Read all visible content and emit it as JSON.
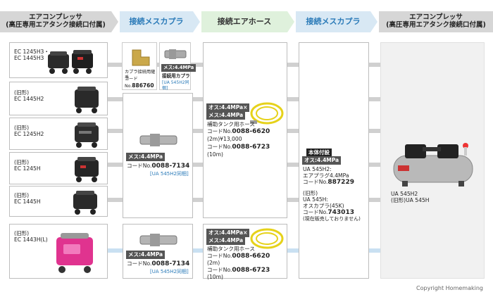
{
  "headers": {
    "compressor_left": "エアコンプレッサ\n(高圧専用エアタンク接続口付属)",
    "coupler_1": "接続メスカプラ",
    "hose": "接続エアホース",
    "coupler_2": "接続メスカプラ",
    "compressor_right": "エアコンプレッサ\n(高圧専用エアタンク接続口付属)"
  },
  "compressors": [
    {
      "label": "EC 1245H3・\nEC 1445H3"
    },
    {
      "label": "(旧形)\nEC 1445H2"
    },
    {
      "label": "(旧形)\nEC 1245H2"
    },
    {
      "label": "(旧形)\nEC 1245H"
    },
    {
      "label": "(旧形)\nEC 1445H"
    },
    {
      "label": "(旧形)\nEC 1443H(L)"
    }
  ],
  "coupler_top": {
    "joint_label": "カプラ接続用継手",
    "joint_code_prefix": "コードNo.",
    "joint_code": "886760",
    "tag": "メス:4.4MPa",
    "name": "接続用カプラ",
    "note": "[UA 545H2同梱]"
  },
  "coupler_mid": {
    "tag": "メス:4.4MPa",
    "code_prefix": "コードNo.",
    "code": "0088-7134",
    "note": "[UA 545H2同梱]"
  },
  "coupler_bot": {
    "tag": "メス:4.4MPa",
    "code_prefix": "コードNo.",
    "code": "0088-7134",
    "note": "[UA 545H2同梱]"
  },
  "hose_top": {
    "tag1": "オス:4.4MPa×",
    "tag2": "メス:4.4MPa",
    "name": "補助タンク用ホース",
    "code_prefix": "コードNo.",
    "code1": "0088-6620",
    "len1": "(2m)¥13,000",
    "code2": "0088-6723",
    "len2": "(10m)"
  },
  "hose_bot": {
    "tag1": "オス:4.4MPa×",
    "tag2": "メス:4.4MPa",
    "name": "補助タンク用ホース",
    "code_prefix": "コードNo.",
    "code1": "0088-6620",
    "len1": "(2m)",
    "code2": "0088-6723",
    "len2": "(10m)"
  },
  "coupler2": {
    "tag_top": "本体付設",
    "tag": "オス:4.4MPa",
    "model": "UA 545H2:",
    "plug": "エアプラグ4.4MPa",
    "code_prefix": "コードNo.",
    "code1": "887229",
    "old": "(旧形)",
    "old_model": "UA 545H:",
    "old_plug": "オスカプラ(45K)",
    "code2": "743013",
    "discontinued": "(現在販売しておりません)"
  },
  "tank": {
    "label": "UA 545H2\n(旧形)UA 545H"
  },
  "footer": "Copyright Homemaking",
  "colors": {
    "header_blue": "#2a7ab8",
    "header_blue_bg": "#d8e8f4",
    "header_green_bg": "#dff1dc",
    "header_gray": "#d6d6d6",
    "hose_yellow": "#e6d21a"
  }
}
